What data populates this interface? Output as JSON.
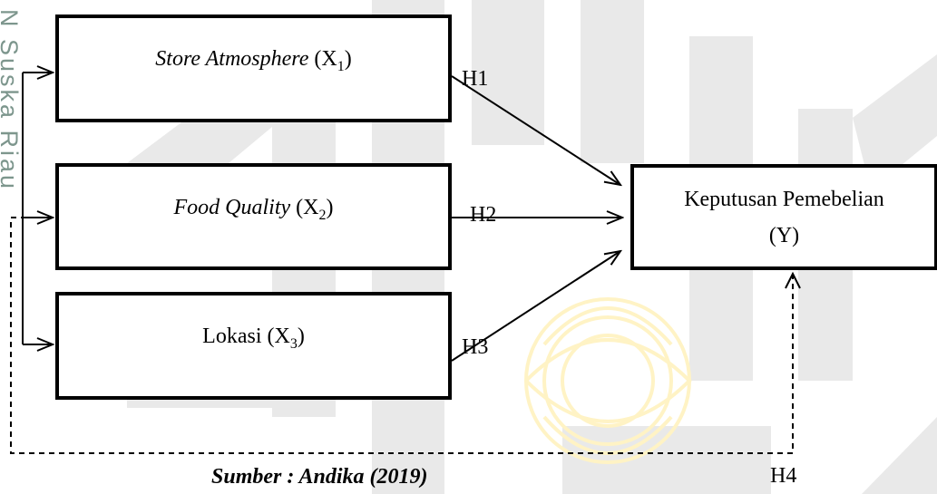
{
  "watermark": {
    "side_text": "N Suska Riau",
    "colors": {
      "gray": "#e9e9e9",
      "yellow": "#fff3c5",
      "side_text": "#7d968d"
    }
  },
  "boxes": {
    "x1": {
      "name": "Store Atmosphere",
      "var": "(X",
      "sub": "1",
      "close": ")"
    },
    "x2": {
      "name": "Food Quality",
      "var": "(X",
      "sub": "2",
      "close": ")"
    },
    "x3": {
      "name": "Lokasi",
      "var": "(X",
      "sub": "3",
      "close": ")"
    },
    "y": {
      "line1": "Keputusan Pemebelian",
      "line2": "(Y)"
    }
  },
  "hypotheses": {
    "h1": "H1",
    "h2": "H2",
    "h3": "H3",
    "h4": "H4"
  },
  "caption": "Sumber : Andika (2019)"
}
